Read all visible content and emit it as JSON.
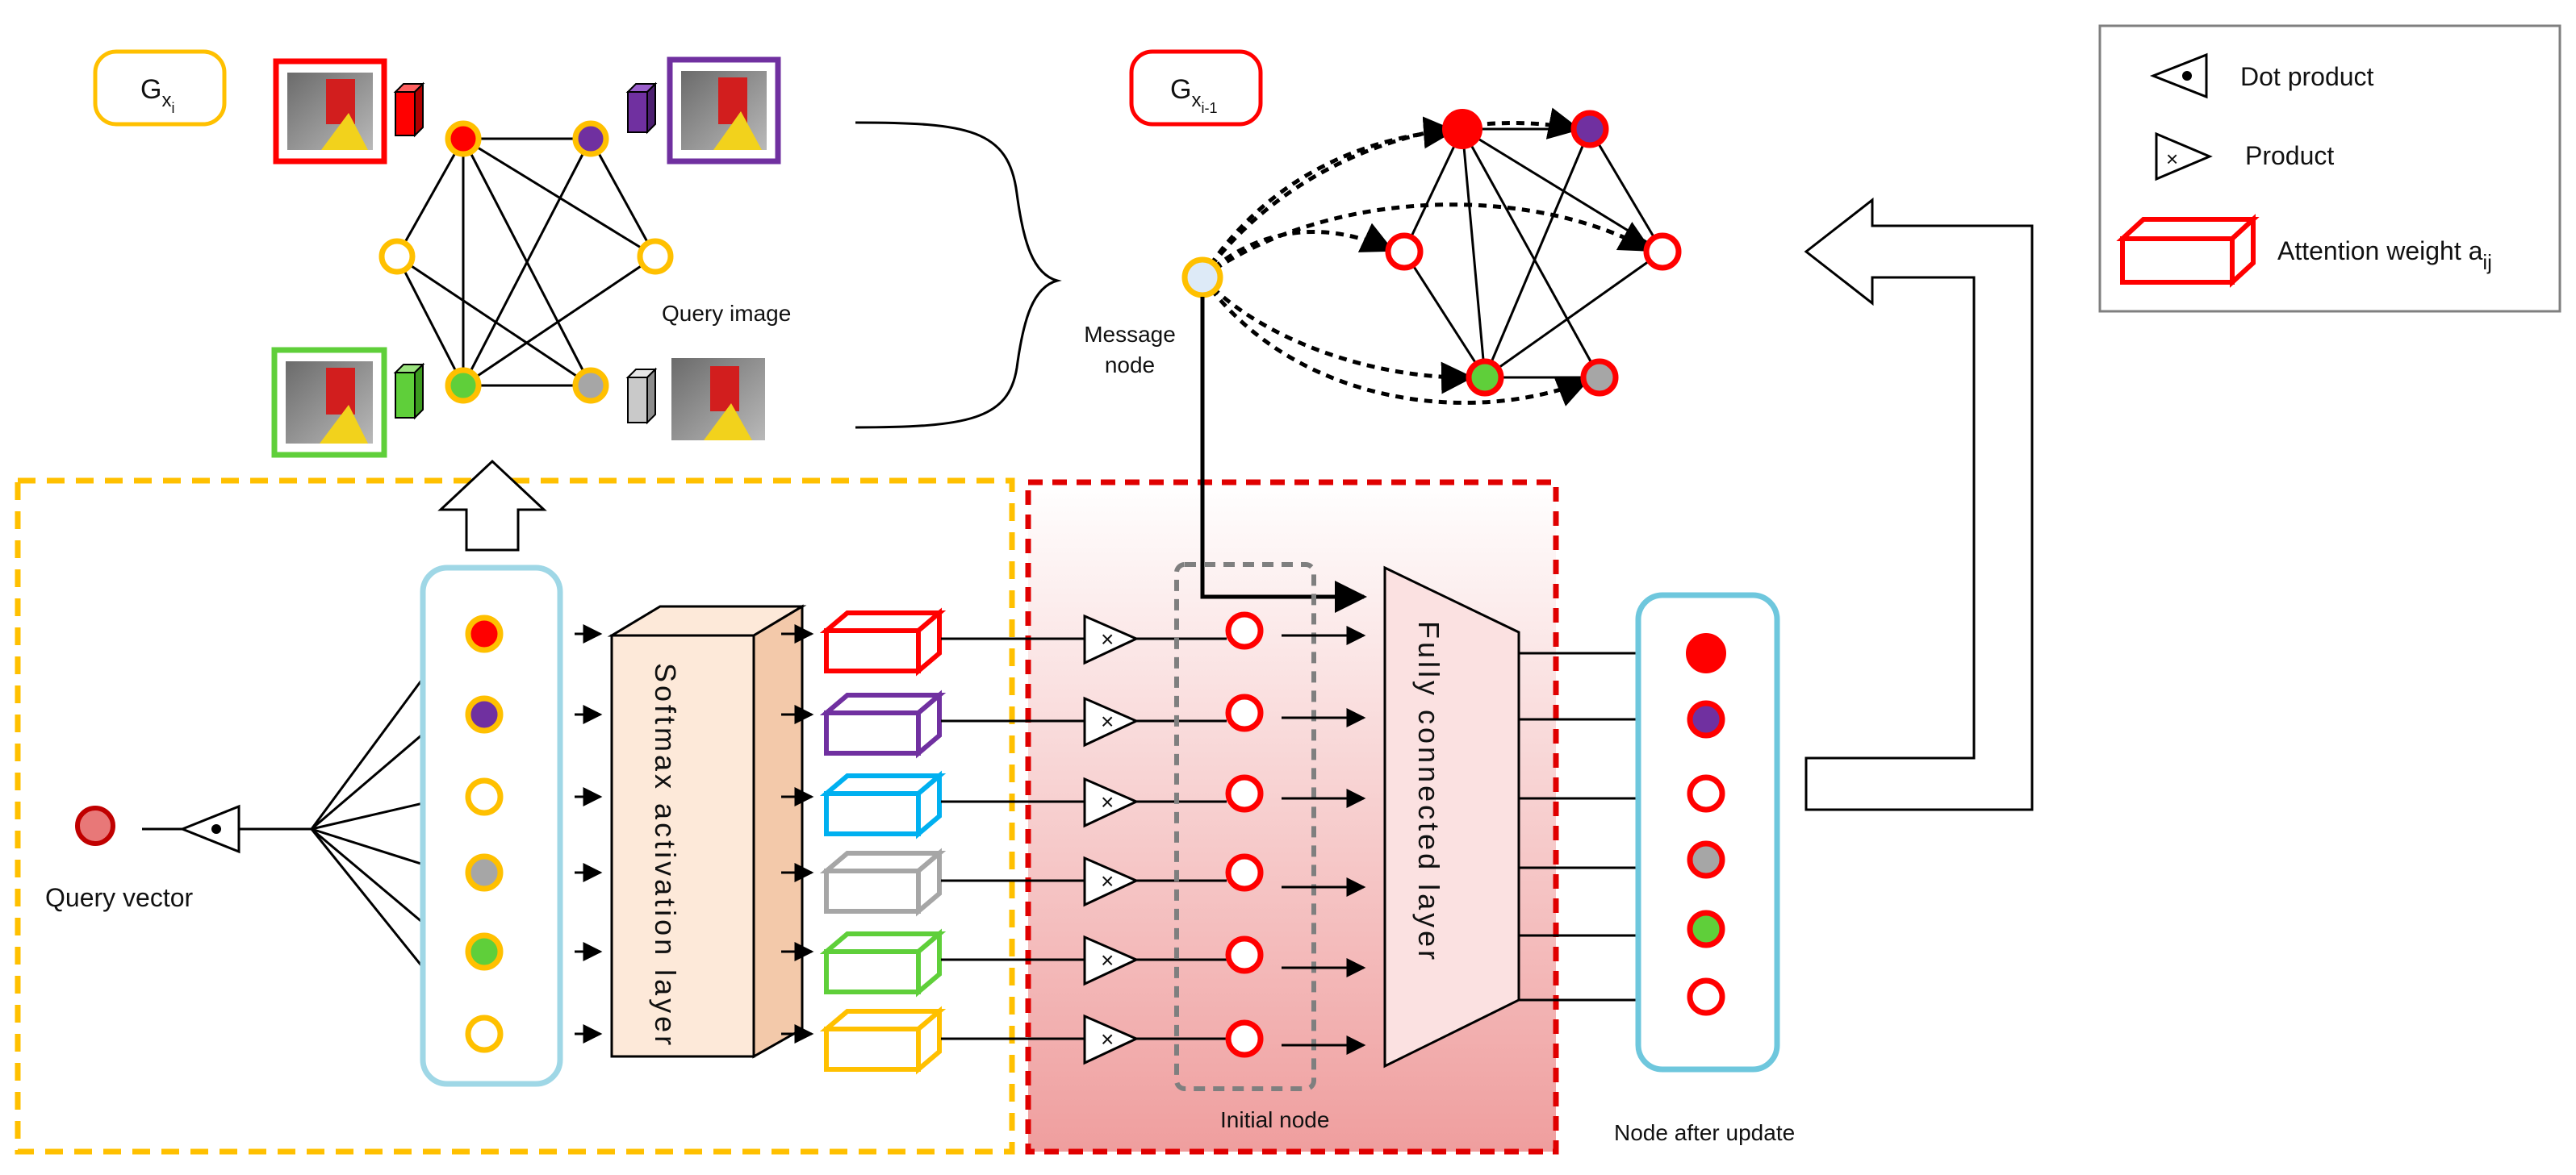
{
  "graph_current": {
    "label_main": "G",
    "label_sub": "x",
    "label_subsub": "i",
    "query_image_label": "Query image"
  },
  "graph_previous": {
    "label_main": "G",
    "label_sub": "x",
    "label_subsub": "i-1",
    "message_node_label_line1": "Message",
    "message_node_label_line2": "node"
  },
  "legend": {
    "dot_product": "Dot product",
    "product": "Product",
    "attention_weight": "Attention weight a",
    "attention_weight_sub": "ij"
  },
  "pipeline": {
    "query_vector": "Query vector",
    "softmax": "Softmax activation layer",
    "fully_connected": "Fully connected layer",
    "initial_node": "Initial node",
    "node_after_update": "Node after update"
  },
  "colors": {
    "red": "#ff0000",
    "purple": "#7030a0",
    "cyan": "#00b0f0",
    "gray": "#a6a6a6",
    "green": "#5fcf3a",
    "yellow": "#ffc000",
    "light_blue_box": "#9fd7e6",
    "softmax_fill": "#fde9d9"
  }
}
